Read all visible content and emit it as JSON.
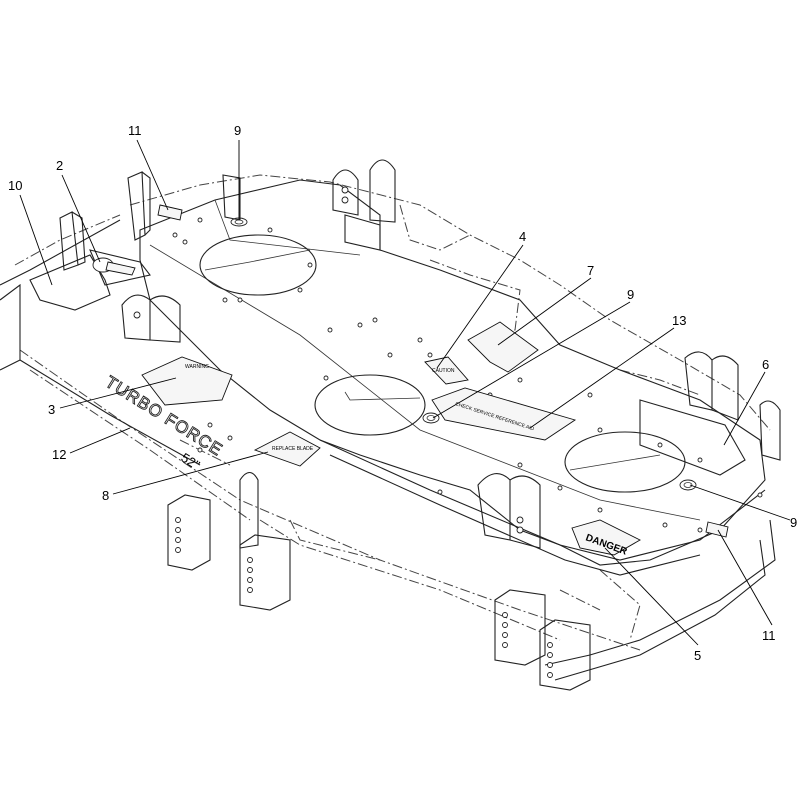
{
  "callouts": [
    {
      "id": "c11a",
      "label": "11"
    },
    {
      "id": "c9a",
      "label": "9"
    },
    {
      "id": "c2",
      "label": "2"
    },
    {
      "id": "c10",
      "label": "10"
    },
    {
      "id": "c4",
      "label": "4"
    },
    {
      "id": "c7",
      "label": "7"
    },
    {
      "id": "c9b",
      "label": "9"
    },
    {
      "id": "c13",
      "label": "13"
    },
    {
      "id": "c6",
      "label": "6"
    },
    {
      "id": "c3",
      "label": "3"
    },
    {
      "id": "c12",
      "label": "12"
    },
    {
      "id": "c8",
      "label": "8"
    },
    {
      "id": "c9c",
      "label": "9"
    },
    {
      "id": "c5",
      "label": "5"
    },
    {
      "id": "c11b",
      "label": "11"
    }
  ],
  "decal_text": {
    "turbo_force": "TURBO FORCE",
    "deck_size": "52\"",
    "service_reference": "CHECK SERVICE REFERENCE AID",
    "danger": "DANGER",
    "blade_decal": "REPLACE BLADE",
    "warning_small": "WARNING",
    "caution_small": "CAUTION"
  }
}
